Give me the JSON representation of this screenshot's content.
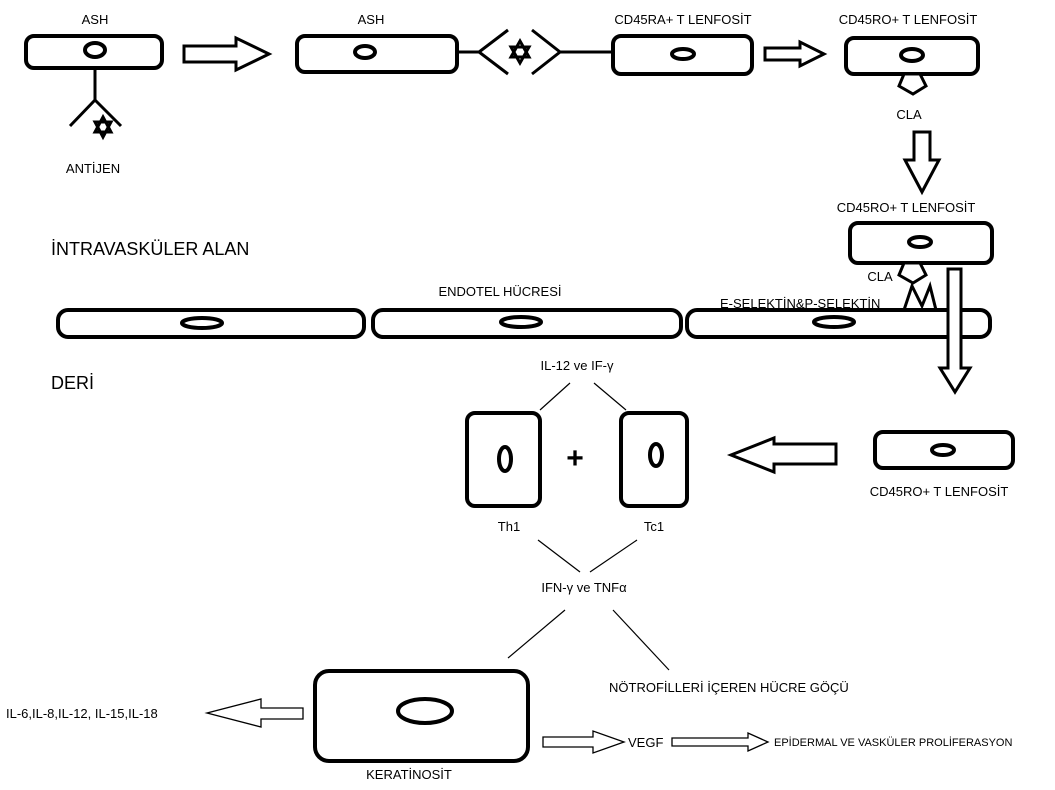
{
  "labels": {
    "ash_left": "ASH",
    "antigen": "ANTİJEN",
    "ash_mid": "ASH",
    "cd45ra": "CD45RA+ T LENFOSİT",
    "cd45ro_top": "CD45RO+ T LENFOSİT",
    "cla_top": "CLA",
    "cd45ro_mid": "CD45RO+ T LENFOSİT",
    "cla_mid": "CLA",
    "intravascular": "İNTRAVASKÜLER ALAN",
    "endothelial": "ENDOTEL HÜCRESİ",
    "selectin": "E-SELEKTİN&P-SELEKTİN",
    "skin": "DERİ",
    "il12": "IL-12 ve IF-γ",
    "plus": "+",
    "th1": "Th1",
    "tc1": "Tc1",
    "cd45ro_bottom": "CD45RO+ T LENFOSİT",
    "ifn": "IFN-γ ve TNFα",
    "neutrophil": "NÖTROFİLLERİ İÇEREN HÜCRE GÖÇÜ",
    "interleukins": "IL-6,IL-8,IL-12, IL-15,IL-18",
    "vegf": "VEGF",
    "proliferation": "EPİDERMAL VE VASKÜLER PROLİFERASYON",
    "keratinocyte": "KERATİNOSİT"
  }
}
